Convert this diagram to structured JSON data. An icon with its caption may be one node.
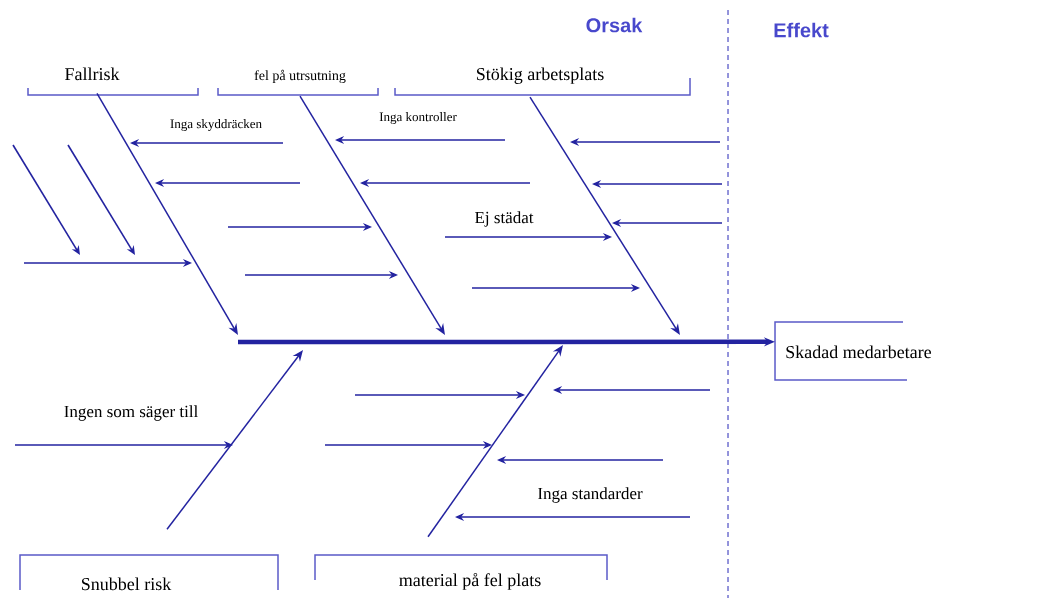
{
  "diagram": {
    "nodes": [
      {
        "text": [
          "Fallrisk"
        ]
      },
      {
        "text": [
          "fel på utrsutning"
        ]
      },
      {
        "text": [
          "Stökig arbetsplats"
        ]
      },
      {
        "text": [
          "Snubbel risk"
        ]
      },
      {
        "text": [
          "material på fel plats"
        ]
      },
      {
        "text": [
          "Skadad medarbetare"
        ]
      }
    ],
    "edges": [
      {
        "from": 0,
        "to": null,
        "arrow": "to"
      },
      {
        "from": 1,
        "to": null,
        "arrow": "to"
      },
      {
        "from": 2,
        "to": null,
        "arrow": "to"
      },
      {
        "from": 3,
        "to": null,
        "arrow": "to"
      },
      {
        "from": 4,
        "to": null,
        "arrow": "to"
      },
      {
        "from": null,
        "to": 5,
        "arrow": "to",
        "style": "thick"
      }
    ],
    "labels": [
      "Orsak",
      "Effekt",
      "Inga skyddräcken",
      "Inga kontroller",
      "Ej städat",
      "Ingen som säger till",
      "Inga standarder"
    ]
  }
}
